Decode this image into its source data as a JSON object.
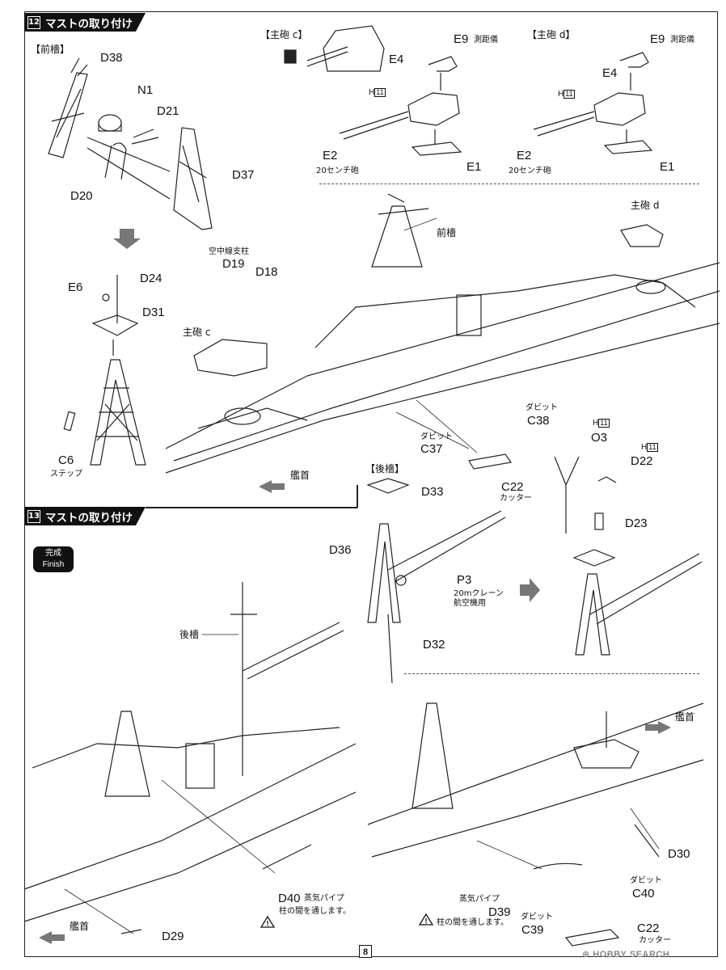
{
  "page": {
    "number": "8"
  },
  "watermark": "⊕ HOBBY SEARCH",
  "step12": {
    "number": "12",
    "title": "マストの取り付け",
    "foremast_heading": "【前檣】",
    "parts": {
      "D38": "D38",
      "N1": "N1",
      "D21": "D21",
      "D37": "D37",
      "D20": "D20",
      "E6": "E6",
      "D24": "D24",
      "D31": "D31",
      "C6": "C6",
      "C6_desc": "ステップ",
      "D19_desc": "空中線支柱",
      "D19": "D19",
      "D18": "D18",
      "turret_c": "主砲 c",
      "C38_desc": "ダビット",
      "C38": "C38",
      "C37_desc": "ダビット",
      "C37": "C37",
      "C22": "C22",
      "C22_desc": "カッター",
      "foremast_label": "前檣",
      "turret_d": "主砲 d",
      "bow": "艦首"
    },
    "turret_c_box": {
      "heading": "【主砲 c】",
      "E9": "E9",
      "E9_desc": "測距儀",
      "E4": "E4",
      "H_label": "H",
      "H_num": "11",
      "E2": "E2",
      "E2_desc": "20センチ砲",
      "E1": "E1"
    },
    "turret_d_box": {
      "heading": "【主砲 d】",
      "E9": "E9",
      "E9_desc": "測距儀",
      "E4": "E4",
      "H_label": "H",
      "H_num": "11",
      "E2": "E2",
      "E2_desc": "20センチ砲",
      "E1": "E1"
    }
  },
  "step13": {
    "number": "13",
    "title": "マストの取り付け",
    "finish_jp": "完成",
    "finish_en": "Finish",
    "aftmast_heading": "【後檣】",
    "parts": {
      "D33": "D33",
      "D36": "D36",
      "P3": "P3",
      "P3_desc1": "20mクレーン",
      "P3_desc2": "航空機用",
      "D32": "D32",
      "O3": "O3",
      "D22": "D22",
      "H_label": "H",
      "H_num": "11",
      "D23": "D23",
      "aftmast_label": "後檣",
      "D40": "D40",
      "D40_desc": "蒸気パイプ",
      "note": "柱の間を通します。",
      "bow": "艦首",
      "D29": "D29",
      "bow2": "艦首",
      "D30": "D30",
      "C40_desc": "ダビット",
      "C40": "C40",
      "D39_desc": "蒸気パイプ",
      "D39": "D39",
      "C39_desc": "ダビット",
      "C39": "C39",
      "note2": "柱の間を通します。",
      "C22": "C22",
      "C22_desc": "カッター"
    }
  }
}
